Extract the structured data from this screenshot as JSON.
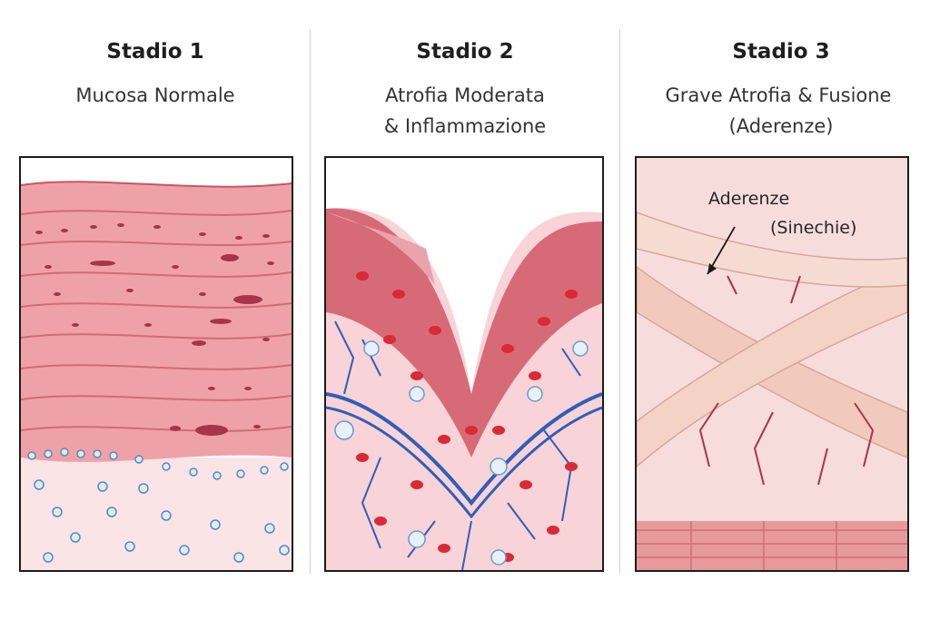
{
  "stages": [
    {
      "title": "Stadio 1",
      "subtitle_lines": [
        "Mucosa Normale"
      ]
    },
    {
      "title": "Stadio 2",
      "subtitle_lines": [
        "Atrofia Moderata",
        "& Inflammazione"
      ]
    },
    {
      "title": "Stadio 3",
      "subtitle_lines": [
        "Grave Atrofia & Fusione",
        "(Aderenze)"
      ]
    }
  ],
  "annotation": {
    "line1": "Aderenze",
    "line2": "(Sinechie)"
  },
  "colors": {
    "tissue_light": "#f6d9dd",
    "tissue_mid": "#e88f98",
    "tissue_dark": "#c44f5c",
    "nucleus": "#a8344a",
    "vessel_blue": "#2f5fb8",
    "blood_cell": "#d92a35",
    "adhesion_band": "#f2c9bd"
  }
}
